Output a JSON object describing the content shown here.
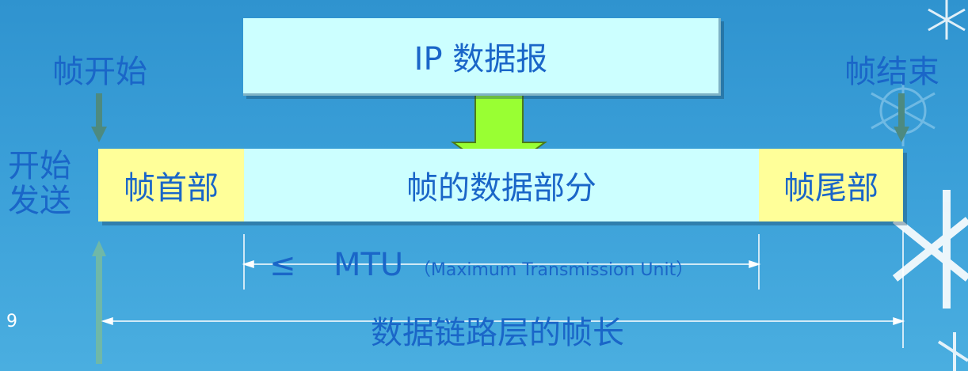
{
  "labels": {
    "frame_start": "帧开始",
    "frame_end": "帧结束",
    "start_send": "开始\n发送",
    "start_send_line1": "开始",
    "start_send_line2": "发送"
  },
  "ip_datagram": "IP 数据报",
  "frame": {
    "header": "帧首部",
    "data": "帧的数据部分",
    "trailer": "帧尾部"
  },
  "mtu": {
    "symbol": "≤",
    "label": "MTU",
    "full": "（Maximum Transmission Unit）"
  },
  "frame_length": "数据链路层的帧长",
  "page_number": "9",
  "colors": {
    "background": "#3a9fd8",
    "text": "#1a66c8",
    "ip_box": "#ccffff",
    "header_trailer": "#ffff99",
    "arrow_green": "#99ff33",
    "marker_arrow": "#4d8a80"
  }
}
